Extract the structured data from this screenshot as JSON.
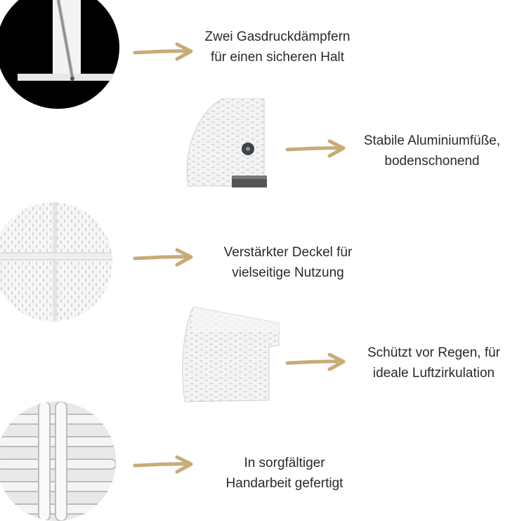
{
  "features": [
    {
      "icon": "gas-spring-detail-image",
      "lines": [
        "Zwei Gasdruckdämpfern",
        "für einen sicheren Halt"
      ],
      "arrow": "arrow-right-icon"
    },
    {
      "icon": "aluminium-foot-detail-image",
      "lines": [
        "Stabile Aluminiumfüße,",
        "bodenschonend"
      ],
      "arrow": "arrow-right-icon"
    },
    {
      "icon": "reinforced-lid-detail-image",
      "lines": [
        "Verstärkter Deckel für",
        "vielseitige Nutzung"
      ],
      "arrow": "arrow-right-icon"
    },
    {
      "icon": "ventilation-gap-detail-image",
      "lines": [
        "Schützt vor Regen, für",
        "ideale Luftzirkulation"
      ],
      "arrow": "arrow-right-icon"
    },
    {
      "icon": "handwoven-rattan-detail-image",
      "lines": [
        "In sorgfältiger",
        "Handarbeit gefertigt"
      ],
      "arrow": "arrow-right-icon"
    }
  ],
  "colors": {
    "arrow": "#c8ab77",
    "text": "#2a2a2a",
    "rattan": "#f2f2f2",
    "rattan_shadow": "#cfcfcf"
  }
}
